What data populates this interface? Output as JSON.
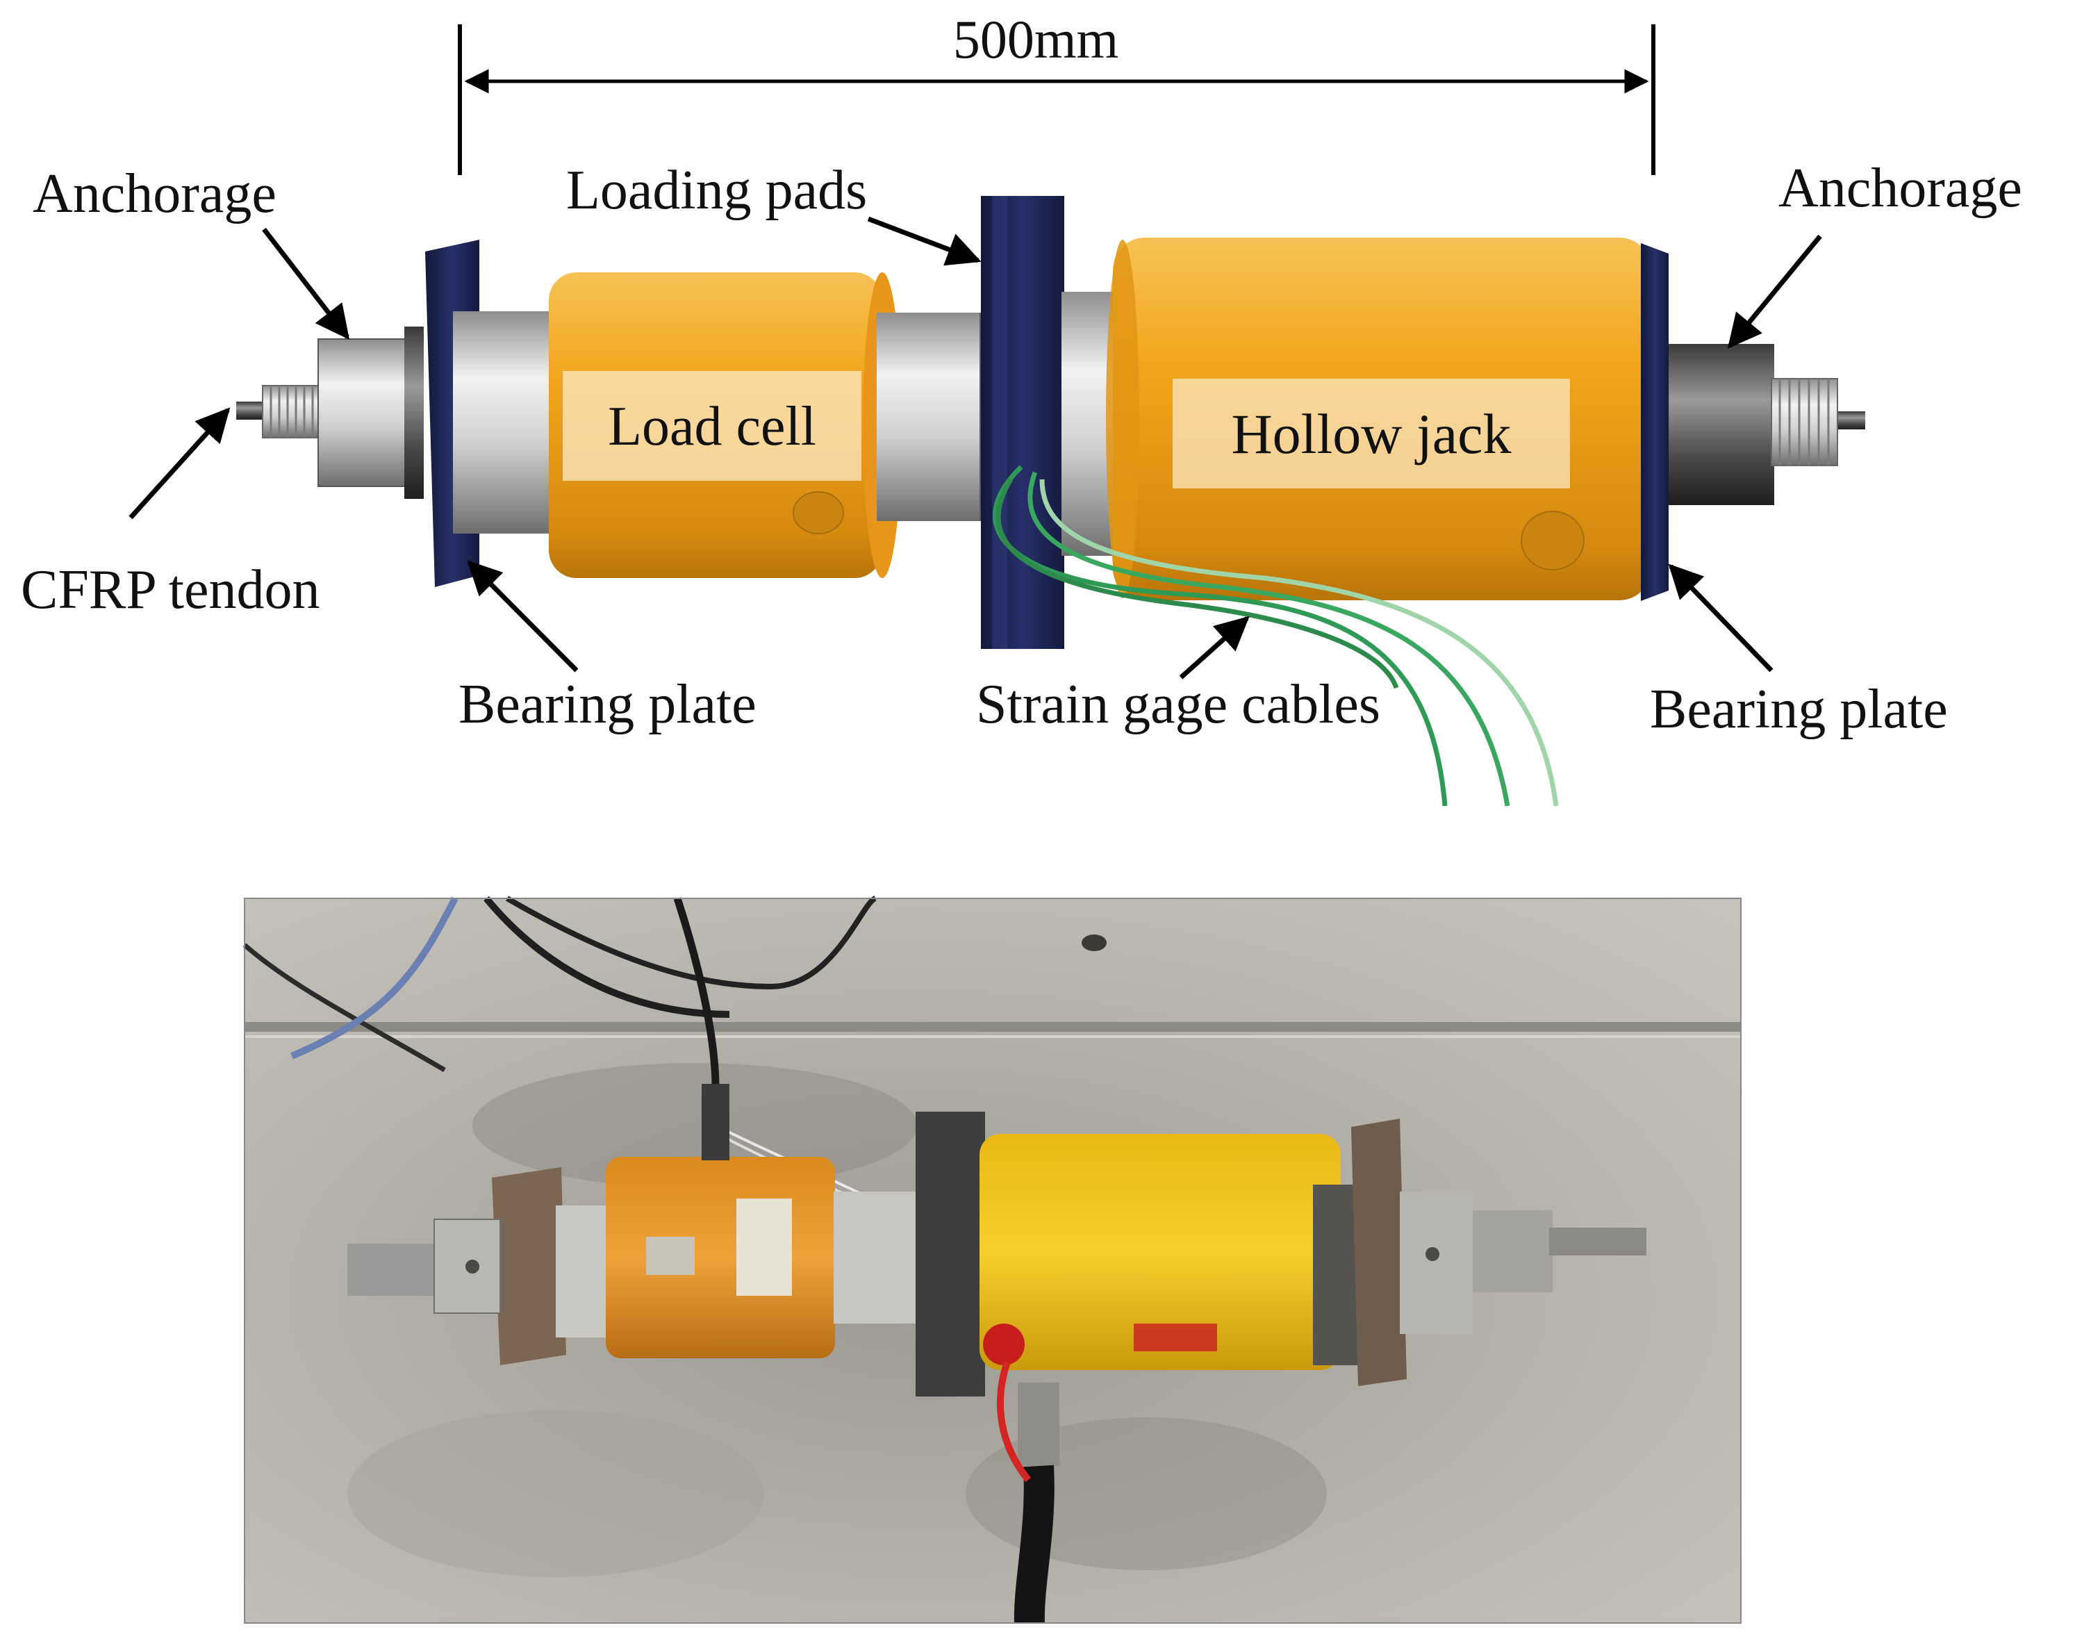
{
  "diagram": {
    "dimension": "500mm",
    "labels": {
      "anchorage_left": "Anchorage",
      "anchorage_right": "Anchorage",
      "loading_pads": "Loading pads",
      "cfrp_tendon": "CFRP tendon",
      "bearing_plate_left": "Bearing plate",
      "bearing_plate_right": "Bearing plate",
      "strain_gage_cables": "Strain gage cables",
      "load_cell": "Load cell",
      "hollow_jack": "Hollow jack"
    }
  },
  "colors": {
    "jack_orange": "#f2a51c",
    "plate_navy": "#1c2452",
    "steel": "#c8c8c8",
    "cable_green": "#2f9a55",
    "floor_gray": "#b8b5ae",
    "photo_yellow": "#f0c21a"
  }
}
